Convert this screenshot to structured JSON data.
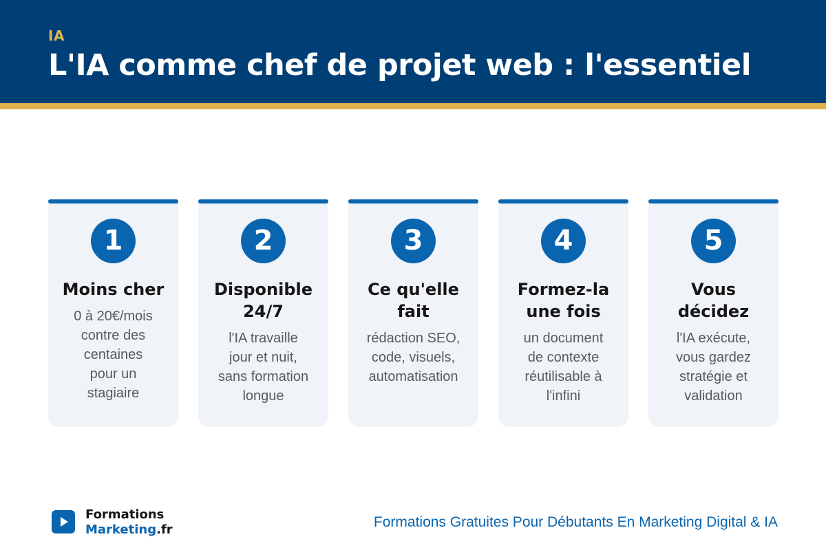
{
  "header": {
    "category": "IA",
    "title": "L'IA comme chef de projet web : l'essentiel"
  },
  "colors": {
    "header_bg": "#003f75",
    "accent_gold": "#deb14a",
    "accent_blue": "#0a65b0",
    "card_bg": "#f0f3f7"
  },
  "cards": [
    {
      "number": "1",
      "title_lines": [
        "Moins cher"
      ],
      "desc_lines": [
        "0 à 20€/mois",
        "contre des",
        "centaines",
        "pour un",
        "stagiaire"
      ]
    },
    {
      "number": "2",
      "title_lines": [
        "Disponible",
        "24/7"
      ],
      "desc_lines": [
        "l'IA travaille",
        "jour et nuit,",
        "sans formation",
        "longue"
      ]
    },
    {
      "number": "3",
      "title_lines": [
        "Ce qu'elle",
        "fait"
      ],
      "desc_lines": [
        "rédaction SEO,",
        "code, visuels,",
        "automatisation"
      ]
    },
    {
      "number": "4",
      "title_lines": [
        "Formez-la",
        "une fois"
      ],
      "desc_lines": [
        "un document",
        "de contexte",
        "réutilisable à",
        "l'infini"
      ]
    },
    {
      "number": "5",
      "title_lines": [
        "Vous",
        "décidez"
      ],
      "desc_lines": [
        "l'IA exécute,",
        "vous gardez",
        "stratégie et",
        "validation"
      ]
    }
  ],
  "footer": {
    "logo_icon": "play-icon",
    "brand_line1": "Formations",
    "brand_line2_a": "Marketing",
    "brand_line2_b": ".fr",
    "tagline": "Formations Gratuites Pour Débutants En Marketing Digital & IA"
  }
}
